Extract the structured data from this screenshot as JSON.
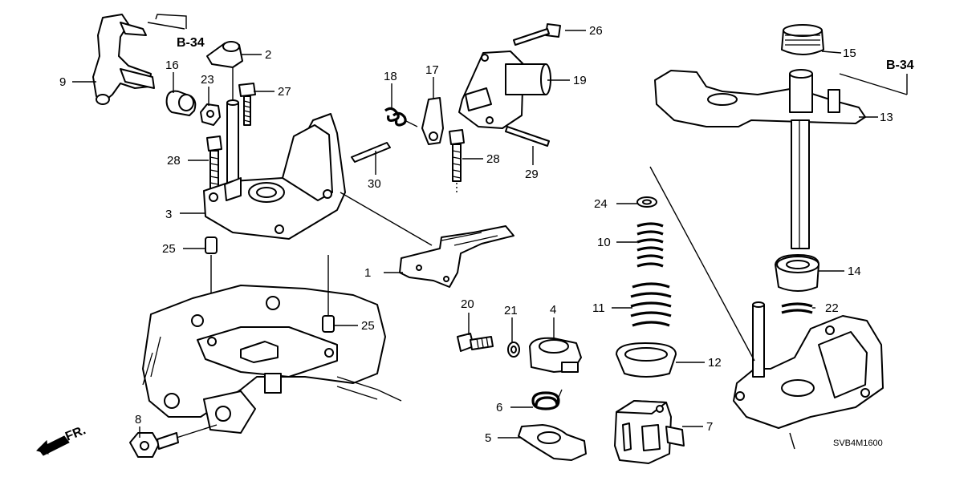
{
  "figure_code": "SVB4M1600",
  "front_marker": "FR.",
  "cross_refs": [
    {
      "id": "ref-left",
      "label": "B-34"
    },
    {
      "id": "ref-right",
      "label": "B-34"
    }
  ],
  "callouts": [
    {
      "id": "c1",
      "label": "1"
    },
    {
      "id": "c2",
      "label": "2"
    },
    {
      "id": "c3",
      "label": "3"
    },
    {
      "id": "c4",
      "label": "4"
    },
    {
      "id": "c5",
      "label": "5"
    },
    {
      "id": "c6",
      "label": "6"
    },
    {
      "id": "c7",
      "label": "7"
    },
    {
      "id": "c8",
      "label": "8"
    },
    {
      "id": "c9",
      "label": "9"
    },
    {
      "id": "c10",
      "label": "10"
    },
    {
      "id": "c11",
      "label": "11"
    },
    {
      "id": "c12",
      "label": "12"
    },
    {
      "id": "c13",
      "label": "13"
    },
    {
      "id": "c14",
      "label": "14"
    },
    {
      "id": "c15",
      "label": "15"
    },
    {
      "id": "c16",
      "label": "16"
    },
    {
      "id": "c17",
      "label": "17"
    },
    {
      "id": "c18",
      "label": "18"
    },
    {
      "id": "c19",
      "label": "19"
    },
    {
      "id": "c20",
      "label": "20"
    },
    {
      "id": "c21",
      "label": "21"
    },
    {
      "id": "c22",
      "label": "22"
    },
    {
      "id": "c23",
      "label": "23"
    },
    {
      "id": "c24",
      "label": "24"
    },
    {
      "id": "c25a",
      "label": "25"
    },
    {
      "id": "c25b",
      "label": "25"
    },
    {
      "id": "c26",
      "label": "26"
    },
    {
      "id": "c27",
      "label": "27"
    },
    {
      "id": "c28a",
      "label": "28"
    },
    {
      "id": "c28b",
      "label": "28"
    },
    {
      "id": "c29",
      "label": "29"
    },
    {
      "id": "c30",
      "label": "30"
    }
  ]
}
